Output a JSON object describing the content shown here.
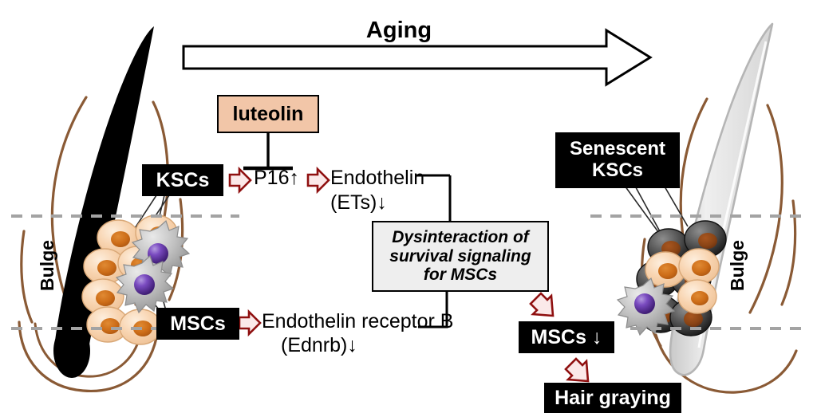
{
  "figure": {
    "title": "Aging",
    "aging_arrow": "aging-direction-arrow",
    "colors": {
      "peach_box": "#f2c6a8",
      "gray_box": "#eeeeee",
      "black_box": "#000000",
      "arrow_outline": "#8f1010",
      "arrow_fill": "#fbe9e9",
      "follicle_outline": "#8a5a35",
      "dashed_line": "#a0a0a0",
      "pigmented_hair": "#000000",
      "gray_hair": "#e8e8e8",
      "ksc_cell": "#f7d2ae",
      "ksc_nucleus": "#cc6a1a",
      "senescent_cell": "#4a4a4a",
      "msc_body": "#b3b3b3",
      "msc_nucleus": "#5b2d91"
    }
  },
  "left_panel": {
    "bulge_label": "Bulge",
    "ksc_label": "KSCs",
    "msc_label": "MSCs",
    "hair_state": "pigmented-black-hair-shaft"
  },
  "right_panel": {
    "bulge_label": "Bulge",
    "senescent_ksc_label_line1": "Senescent",
    "senescent_ksc_label_line2": "KSCs",
    "msc_decline_label": "MSCs ↓",
    "hair_graying_label": "Hair graying",
    "hair_state": "gray-white-hair-shaft"
  },
  "pathway": {
    "luteolin": "luteolin",
    "p16": "P16↑",
    "endothelin_line1": "Endothelin",
    "endothelin_line2": "(ETs)↓",
    "ednrb_line1": "Endothelin receptor B",
    "ednrb_line2": "(Ednrb)↓",
    "dysinteraction_line1": "Dysinteraction of",
    "dysinteraction_line2": "survival signaling",
    "dysinteraction_line3": "for MSCs",
    "inhibition_symbol": "t-bar-inhibition"
  }
}
